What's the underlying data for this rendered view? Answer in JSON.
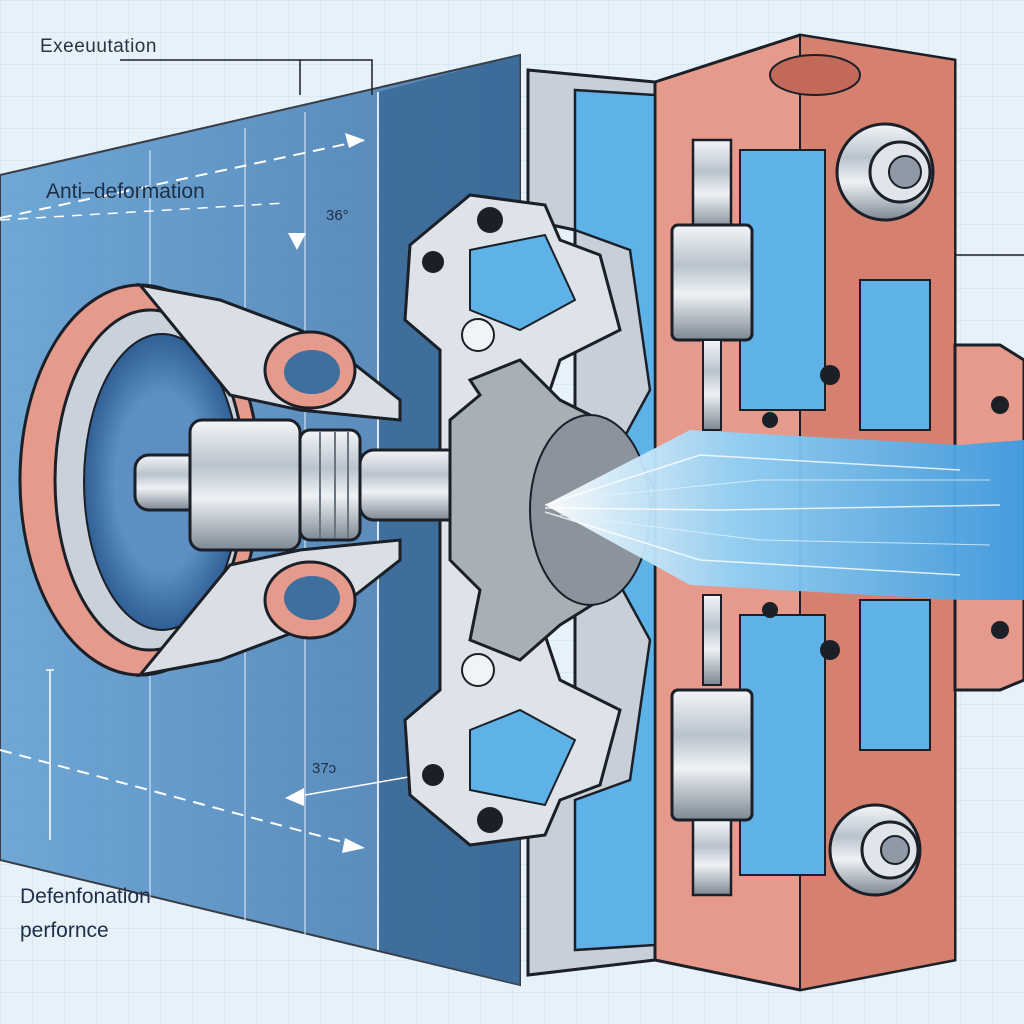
{
  "labels": {
    "execution": "Exeeuutation",
    "anti_deformation": "Anti–deformation",
    "angle_top": "36°",
    "angle_bottom": "37ɔ",
    "deformation_line1": "Defenfonation",
    "deformation_line2": "perfornce"
  },
  "colors": {
    "background": "#e6f1fa",
    "panel_blue": "#3f7fb8",
    "casing_copper": "#e59a8c",
    "steel": "#c3ccd5",
    "water_blue": "#5fb2e8",
    "outline": "#1b1f27"
  }
}
